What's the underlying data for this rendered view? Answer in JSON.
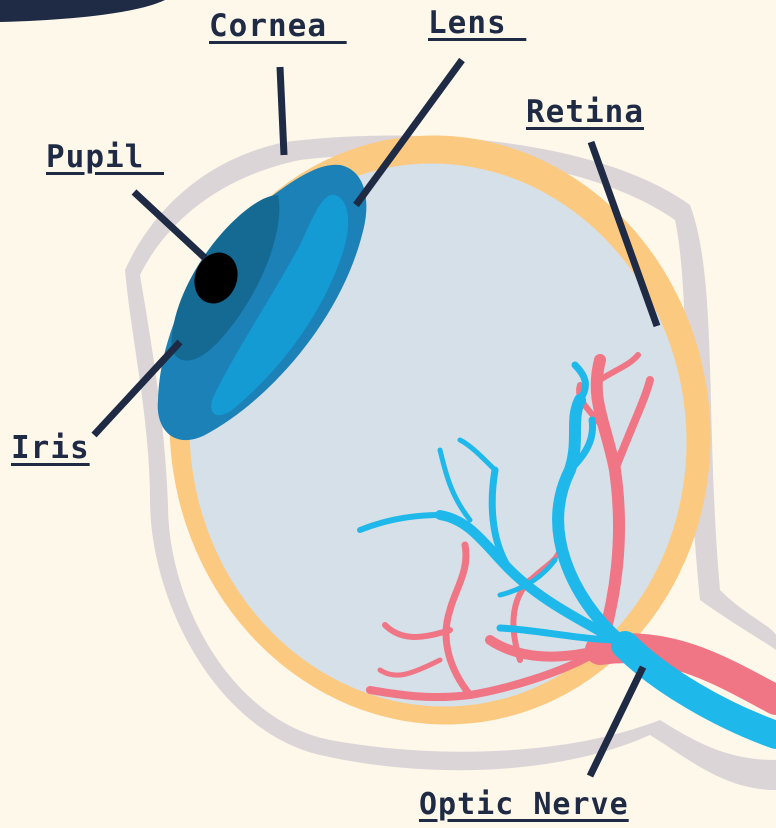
{
  "labels": {
    "cornea": "Cornea ",
    "lens": "Lens ",
    "retina": "Retina",
    "pupil": "Pupil ",
    "iris": "Iris",
    "optic_nerve": "Optic Nerve"
  },
  "colors": {
    "background": "#fdf8ea",
    "outer_layer": "#dcd5d8",
    "sclera": "#fcc980",
    "interior": "#d5e0e8",
    "iris": "#1b81b7",
    "pupil": "#000000",
    "lens": "#149bd4",
    "veins": "#1fb8ea",
    "arteries": "#f07585",
    "leader_lines": "#1f2a44",
    "label_text": "#1f2a44"
  }
}
